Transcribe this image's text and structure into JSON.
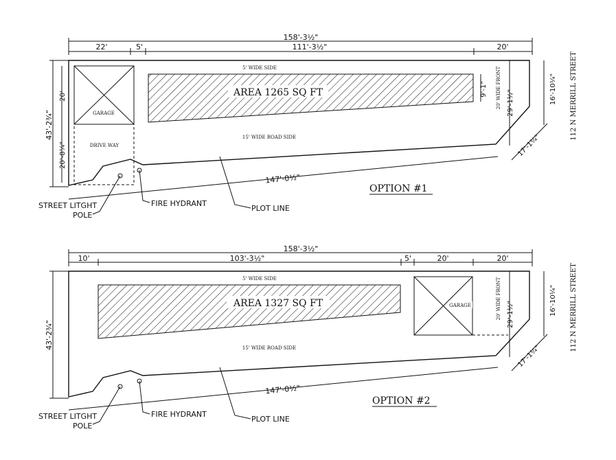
{
  "street_label": "112 N MERRILL STREET",
  "legend": {
    "street_light": "STREET LITGHT",
    "pole": "POLE",
    "fire_hydrant": "FIRE HYDRANT",
    "plot_line": "PLOT LINE"
  },
  "option1": {
    "title": "OPTION #1",
    "area": "AREA 1265 SQ FT",
    "overall_width": "158'-3½\"",
    "dim_22": "22'",
    "dim_5": "5'",
    "dim_111": "111'-3½\"",
    "dim_20": "20'",
    "left_height": "43'-2¾\"",
    "left_20": "20'",
    "left_20_8": "20'-8¼\"",
    "side_5": "5' WIDE SIDE",
    "road_side": "15' WIDE ROAD SIDE",
    "front": "20' WIDE FRONT",
    "dim_9_1": "9'-1\"",
    "dim_29": "29'-1½\"",
    "dim_16": "16'-10¼\"",
    "dim_17": "17'-1¼\"",
    "bottom": "147'-0½\"",
    "garage": "GARAGE",
    "driveway": "DRIVE WAY"
  },
  "option2": {
    "title": "OPTION #2",
    "area": "AREA 1327 SQ FT",
    "overall_width": "158'-3½\"",
    "dim_10": "10'",
    "dim_103": "103'-3½\"",
    "dim_5": "5'",
    "dim_20a": "20'",
    "dim_20b": "20'",
    "left_height": "43'-2¾\"",
    "side_5": "5' WIDE SIDE",
    "road_side": "15' WIDE ROAD SIDE",
    "front": "20' WIDE FRONT",
    "dim_29": "29'-1½\"",
    "dim_16": "16'-10¼\"",
    "dim_17": "17'-1¼\"",
    "bottom": "147'-0½\"",
    "garage": "GARAGE"
  }
}
